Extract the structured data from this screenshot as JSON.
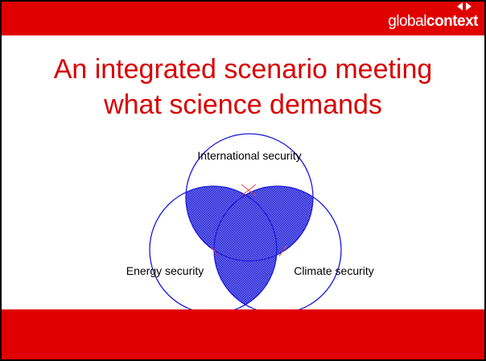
{
  "logo": {
    "light": "global",
    "bold": "context"
  },
  "title": {
    "line1": "An integrated scenario meeting",
    "line2": "what science demands"
  },
  "diagram": {
    "top_label": "International security",
    "left_label": "Energy security",
    "right_label": "Climate security"
  },
  "colors": {
    "bar_red": "#e00000",
    "title_red": "#d80000",
    "circle_blue": "#1a1adc"
  }
}
